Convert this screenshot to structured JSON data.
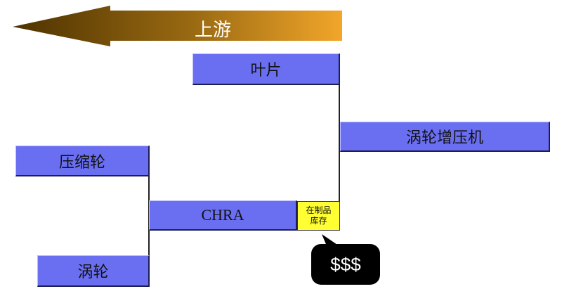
{
  "arrow": {
    "label": "上游"
  },
  "nodes": {
    "blade": "叶片",
    "turbocharger": "涡轮增压机",
    "compressor_wheel": "压缩轮",
    "chra": "CHRA",
    "wip": "在制品库存",
    "turbine": "涡轮"
  },
  "callout": {
    "text": "$$$"
  },
  "colors": {
    "box_fill": "#6a6ff2",
    "wip_fill": "#ffff33",
    "arrow_dark": "#4d3200",
    "arrow_light": "#f2a62a",
    "callout_fill": "#000000"
  }
}
